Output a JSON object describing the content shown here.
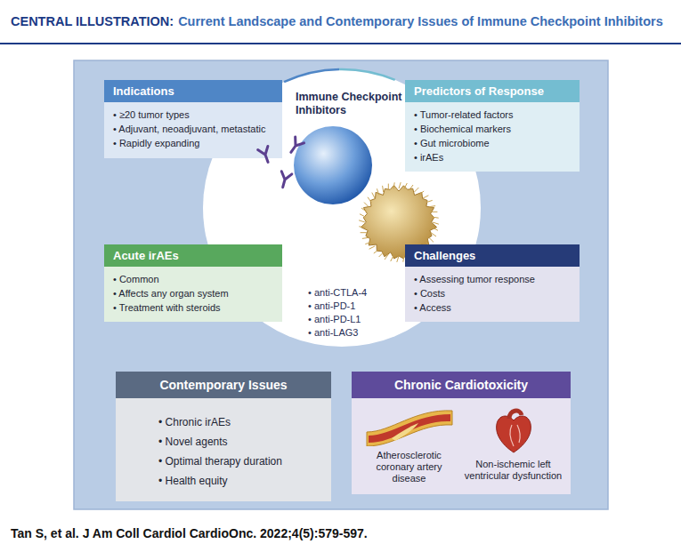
{
  "diagram": {
    "title": "Current Landscape and Contemporary Issues of Immune Checkpoint Inhibitors",
    "caption": "Tan S, et al. J Am Coll Cardiol CardioOnc. 2022;4(5):579-597.",
    "nodes": [
      {
        "text": [
          "Indications",
          "• ≥20 tumor types",
          "• Adjuvant, neoadjuvant, metastatic",
          "• Rapidly expanding"
        ]
      },
      {
        "text": [
          "Immune Checkpoint Inhibitors",
          "• anti-CTLA-4",
          "• anti-PD-1",
          "• anti-PD-L1",
          "• anti-LAG3"
        ]
      },
      {
        "text": [
          "Predictors of Response",
          "• Tumor-related factors",
          "• Biochemical markers",
          "• Gut microbiome",
          "• irAEs"
        ]
      },
      {
        "text": [
          "Acute irAEs",
          "• Common",
          "• Affects any organ system",
          "• Treatment with steroids"
        ]
      },
      {
        "text": [
          "Challenges",
          "• Assessing tumor response",
          "• Costs",
          "• Access"
        ]
      },
      {
        "text": [
          "Contemporary Issues",
          "• Chronic irAEs",
          "• Novel agents",
          "• Optimal therapy duration",
          "• Health equity"
        ]
      },
      {
        "text": [
          "Chronic Cardiotoxicity",
          "Atherosclerotic coronary artery disease",
          "Non-ischemic left ventricular dysfunction"
        ]
      }
    ],
    "edges": [
      {
        "from": 0,
        "to": 2,
        "arrow": "to"
      },
      {
        "from": 2,
        "to": 4,
        "arrow": "to"
      },
      {
        "from": 4,
        "to": 3,
        "arrow": "to"
      },
      {
        "from": 3,
        "to": 0,
        "arrow": "to"
      },
      {
        "from": 1,
        "to": 5,
        "arrow": "to"
      },
      {
        "from": 1,
        "to": 6,
        "arrow": "to"
      }
    ],
    "labels": [
      "CENTRAL ILLUSTRATION:"
    ]
  }
}
